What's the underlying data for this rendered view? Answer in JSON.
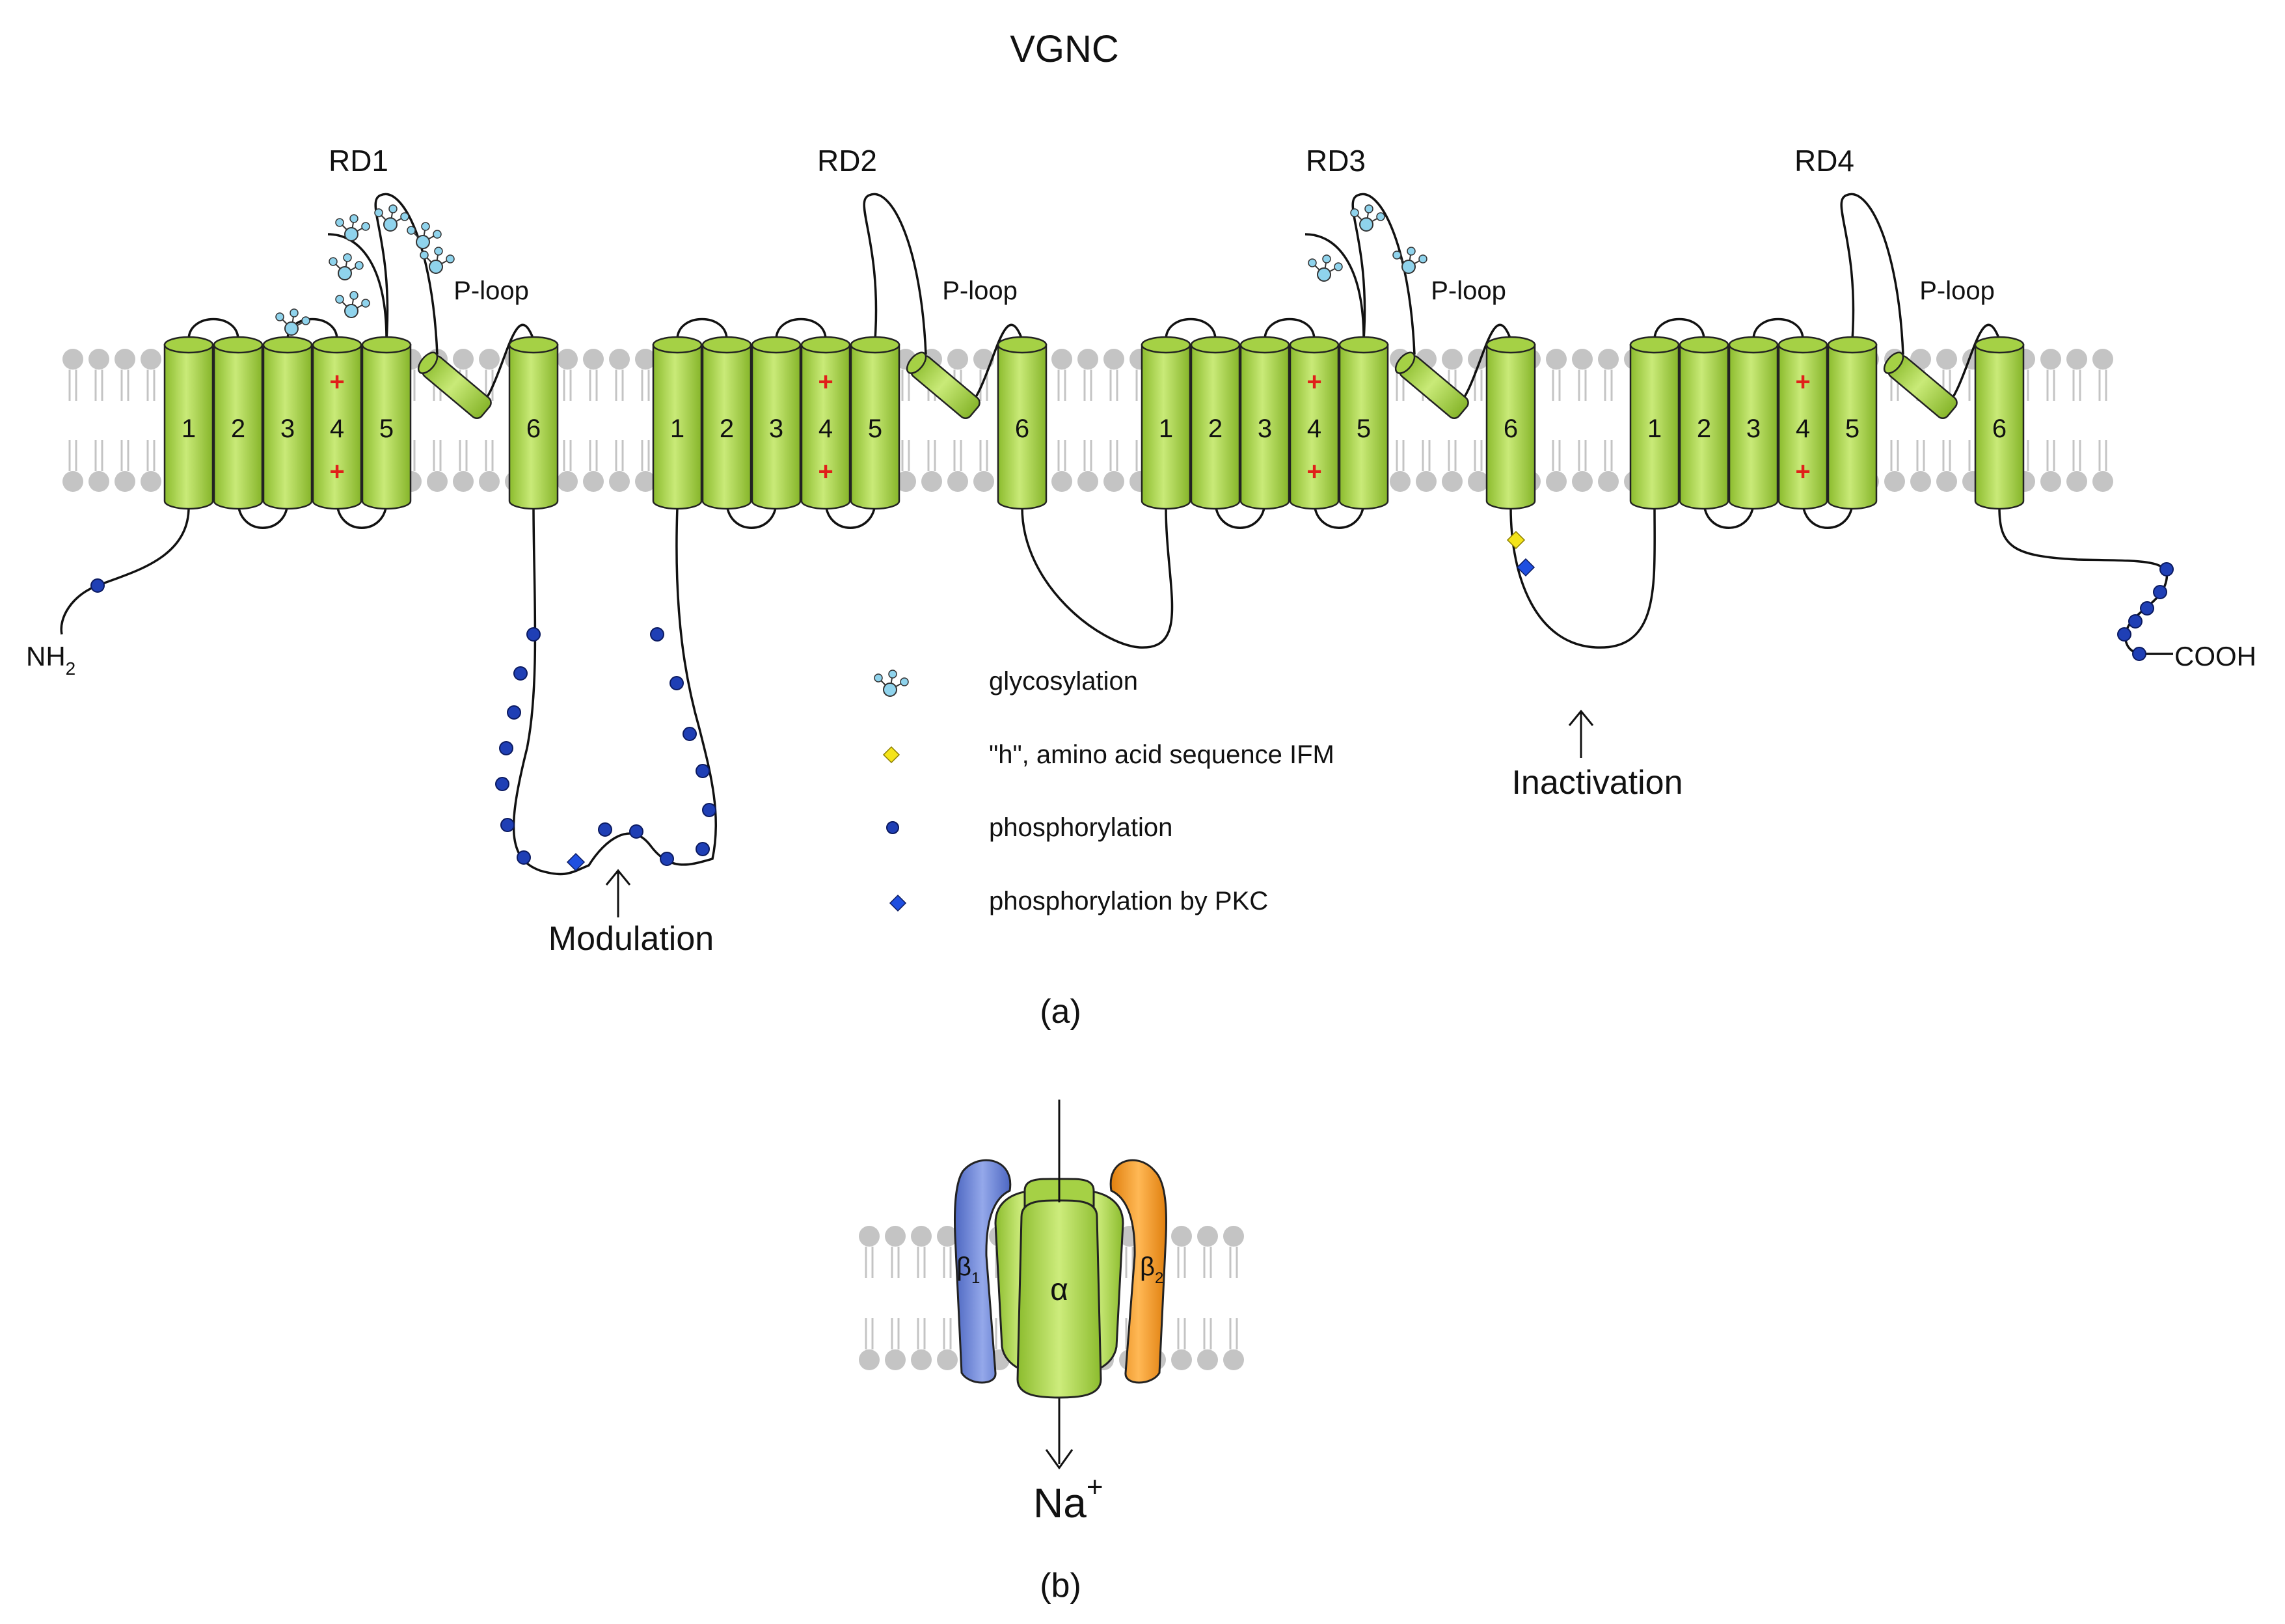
{
  "title": "VGNC",
  "domains": [
    {
      "name": "RD1",
      "segments": [
        "1",
        "2",
        "3",
        "4",
        "5",
        "6"
      ],
      "ploop": "P-loop"
    },
    {
      "name": "RD2",
      "segments": [
        "1",
        "2",
        "3",
        "4",
        "5",
        "6"
      ],
      "ploop": "P-loop"
    },
    {
      "name": "RD3",
      "segments": [
        "1",
        "2",
        "3",
        "4",
        "5",
        "6"
      ],
      "ploop": "P-loop"
    },
    {
      "name": "RD4",
      "segments": [
        "1",
        "2",
        "3",
        "4",
        "5",
        "6"
      ],
      "ploop": "P-loop"
    }
  ],
  "charge_symbol": "+",
  "termini": {
    "n_main": "NH",
    "n_sub": "2",
    "c": "COOH"
  },
  "annotations": {
    "modulation": "Modulation",
    "inactivation": "Inactivation"
  },
  "legend": [
    {
      "icon": "glycosylation-icon",
      "label": "glycosylation"
    },
    {
      "icon": "yellow-diamond-icon",
      "label": "\"h\", amino acid sequence IFM"
    },
    {
      "icon": "blue-dot-icon",
      "label": "phosphorylation"
    },
    {
      "icon": "blue-diamond-icon",
      "label": "phosphorylation by PKC"
    }
  ],
  "panel_a": "(a)",
  "panel_b": "(b)",
  "subunits": {
    "alpha": "α",
    "beta1_main": "β",
    "beta1_sub": "1",
    "beta2_main": "β",
    "beta2_sub": "2"
  },
  "ion": {
    "main": "Na",
    "sup": "+"
  },
  "colors": {
    "helix_light": "#d4ef8a",
    "helix_mid": "#a5d145",
    "helix_dark": "#6f9a1e",
    "lipid": "#c4c4c4",
    "glyco": "#8fd3ec",
    "phospho": "#1f3fb5",
    "pkc": "#1f4fe0",
    "ifm": "#f4e41a",
    "plus": "#e0201a",
    "beta1": "#6f86d6",
    "beta2": "#f7961c"
  }
}
